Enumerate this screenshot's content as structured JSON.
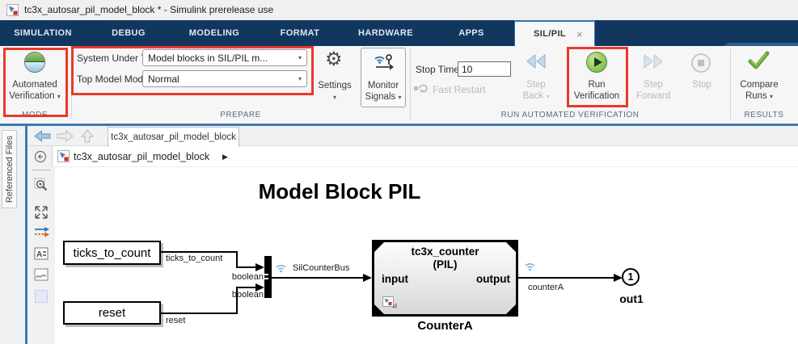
{
  "window": {
    "title": "tc3x_autosar_pil_model_block * - Simulink prerelease use"
  },
  "icons": {
    "dropdown_caret": "▾",
    "breadcrumb_arrow": "▶",
    "close": "×"
  },
  "ribbon": {
    "tabs": [
      "SIMULATION",
      "DEBUG",
      "MODELING",
      "FORMAT",
      "HARDWARE",
      "APPS"
    ],
    "active_tab": "SIL/PIL",
    "mode_group": {
      "caption": "MODE",
      "automated_verification": {
        "line1": "Automated",
        "line2": "Verification"
      }
    },
    "prepare_group": {
      "caption": "PREPARE",
      "system_under_test_label": "System Under Test",
      "system_under_test_value": "Model blocks in SIL/PIL m...",
      "top_model_mode_label": "Top Model Mode",
      "top_model_mode_value": "Normal",
      "settings_label": "Settings",
      "monitor_signals": {
        "line1": "Monitor",
        "line2": "Signals"
      }
    },
    "run_group": {
      "caption": "RUN AUTOMATED VERIFICATION",
      "stop_time_label": "Stop Time",
      "stop_time_value": "10",
      "fast_restart_label": "Fast Restart",
      "step_back": {
        "line1": "Step",
        "line2": "Back"
      },
      "run_verification": {
        "line1": "Run",
        "line2": "Verification"
      },
      "step_forward": {
        "line1": "Step",
        "line2": "Forward"
      },
      "stop_label": "Stop"
    },
    "results_group": {
      "caption": "RESULTS",
      "compare_runs": {
        "line1": "Compare",
        "line2": "Runs"
      }
    }
  },
  "explorer": {
    "referenced_files": "Referenced Files"
  },
  "document": {
    "tab": "tc3x_autosar_pil_model_block",
    "breadcrumb": "tc3x_autosar_pil_model_block"
  },
  "canvas": {
    "title": "Model Block PIL",
    "inport1_label": "ticks_to_count",
    "inport2_label": "reset",
    "signal_ticks": "ticks_to_count",
    "signal_reset": "reset",
    "signal_boolean1": "boolean",
    "signal_boolean2": "boolean",
    "signal_bus": "SilCounterBus",
    "signal_counterA": "counterA",
    "counter_block": {
      "line1": "tc3x_counter",
      "line2": "(PIL)",
      "input": "input",
      "output": "output",
      "name": "CounterA"
    },
    "outport": {
      "number": "1",
      "name": "out1"
    }
  },
  "colors": {
    "toolstrip_blue": "#11375e",
    "accent_blue": "#3d7ab2",
    "highlight_red": "#e8392b",
    "active_tab_border": "#2e75b6",
    "run_green": "#6fb13f"
  }
}
